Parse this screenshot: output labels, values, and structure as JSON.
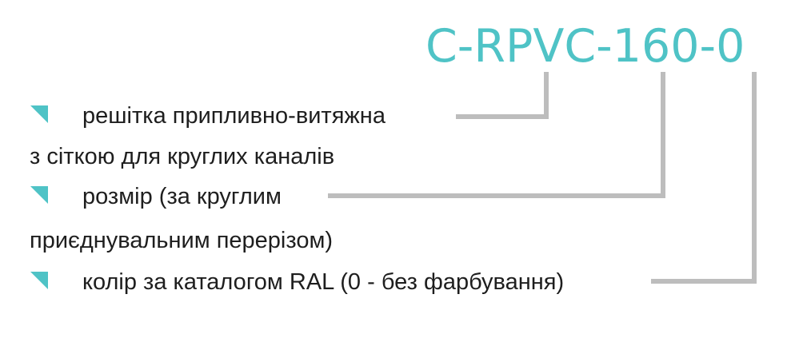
{
  "code": "C-RPVC-160-0",
  "items": [
    {
      "text": "решітка припливно-витяжна",
      "has_marker": true
    },
    {
      "text": "з сіткою для круглих каналів",
      "has_marker": false
    },
    {
      "text": "розмір (за круглим",
      "has_marker": true
    },
    {
      "text": "приєднувальним перерізом)",
      "has_marker": false
    },
    {
      "text": "колір за каталогом RAL (0 - без фарбування)",
      "has_marker": true
    }
  ],
  "colors": {
    "accent": "#4fc3c6",
    "leader": "#bdbdbd",
    "text": "#1e1e1e"
  }
}
